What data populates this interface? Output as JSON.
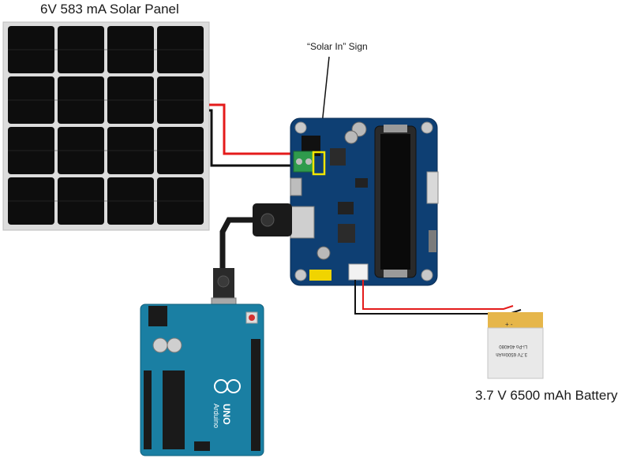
{
  "labels": {
    "solar_panel": "6V 583 mA Solar Panel",
    "solar_in_sign": "“Solar In” Sign",
    "battery": "3.7 V 6500 mAh Battery"
  },
  "arduino_text": {
    "brand": "Arduino",
    "model": "UNO"
  },
  "battery_text": {
    "line1": "3.7V 6500mAh",
    "line2": "Li-Po 404080",
    "line3": "+ -"
  },
  "colors": {
    "panel_frame": "#dcdcdc",
    "panel_cell": "#0c0c0c",
    "board_pcb": "#0e3f73",
    "arduino_pcb": "#1a7fa3",
    "wire_red": "#e41b1b",
    "wire_black": "#111111",
    "highlight": "#f2e600",
    "battery_gold": "#e6b64a"
  }
}
